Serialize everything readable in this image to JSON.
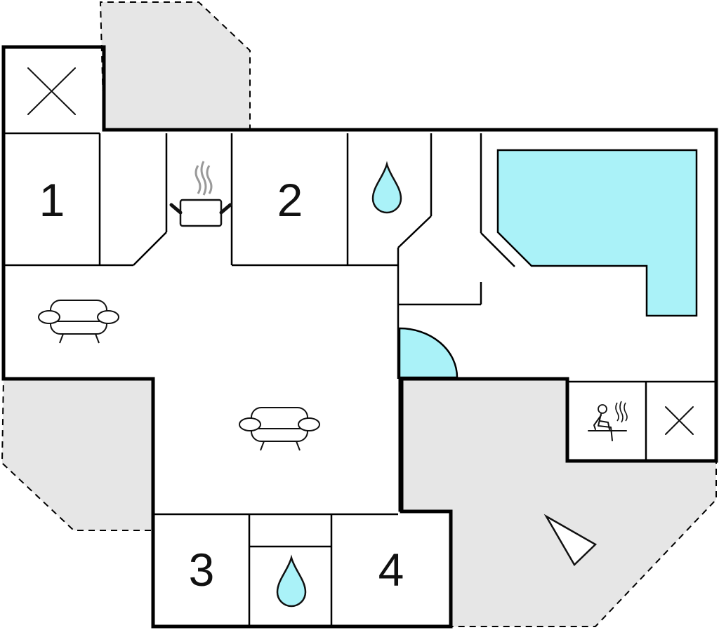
{
  "colors": {
    "wall": "#000000",
    "terrace": "#e6e6e6",
    "water": "#aaf2f8",
    "background": "#ffffff"
  },
  "rooms": [
    {
      "id": "bedroom-1",
      "label": "1"
    },
    {
      "id": "bedroom-2",
      "label": "2"
    },
    {
      "id": "bedroom-3",
      "label": "3"
    },
    {
      "id": "bedroom-4",
      "label": "4"
    }
  ],
  "icons": [
    "cross-icon",
    "kitchen-pot-icon",
    "water-drop-icon",
    "sofa-icon",
    "sauna-icon",
    "triangle-marker-icon"
  ]
}
